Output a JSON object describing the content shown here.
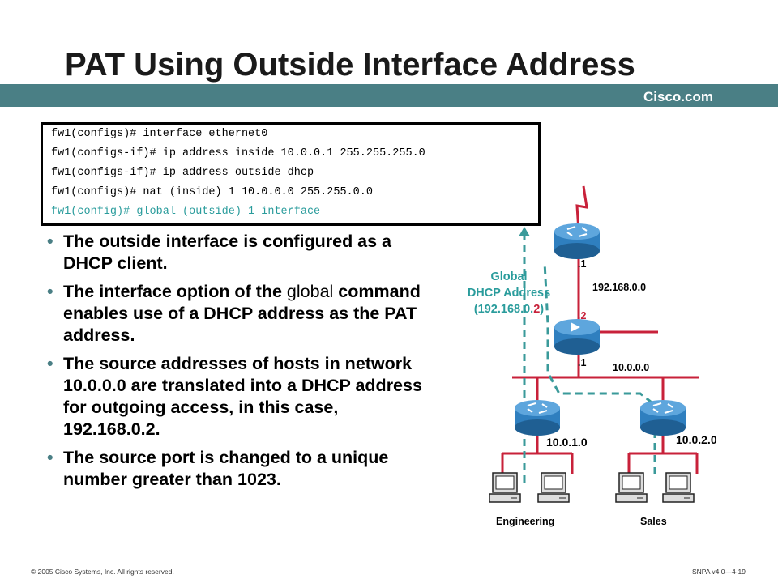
{
  "title": "PAT Using Outside Interface Address",
  "brand": "Cisco.com",
  "code_lines": [
    "fw1(configs)# interface ethernet0",
    "fw1(configs-if)# ip address inside 10.0.0.1 255.255.255.0",
    "fw1(configs-if)# ip address outside dhcp",
    "fw1(configs)# nat (inside) 1 10.0.0.0 255.255.0.0",
    "fw1(config)# global (outside) 1 interface"
  ],
  "bullets": {
    "b1": "The outside interface is configured as a DHCP client.",
    "b2_pre": "The interface option of the ",
    "b2_word": "global",
    "b2_post": " command enables use of a DHCP address as the PAT address.",
    "b3": "The source addresses of hosts in network 10.0.0.0 are translated into a DHCP address for outgoing access, in this case, 192.168.0.2.",
    "b4": "The source port is changed to a unique number greater than 1023."
  },
  "diagram": {
    "global_line1": "Global",
    "global_line2": "DHCP Address",
    "global_line3_pre": "(192.168.0.",
    "global_line3_red": "2",
    "global_line3_post": ")",
    "top_router_if": ".1",
    "net_outside": "192.168.0.0",
    "pix_outside_if": ".2",
    "pix_inside_if": ".1",
    "net_inside": "10.0.0.0",
    "net_eng": "10.0.1.0",
    "net_sales": "10.0.2.0",
    "label_eng": "Engineering",
    "label_sales": "Sales"
  },
  "colors": {
    "accent": "#4a7f85",
    "teal_text": "#2a9c9c",
    "link_red": "#c8213a",
    "router_blue": "#2f7fbf",
    "dashed_path": "#3a9a9a"
  },
  "footer": {
    "copyright": "© 2005 Cisco Systems, Inc. All rights reserved.",
    "course": "SNPA v4.0—4-19"
  }
}
